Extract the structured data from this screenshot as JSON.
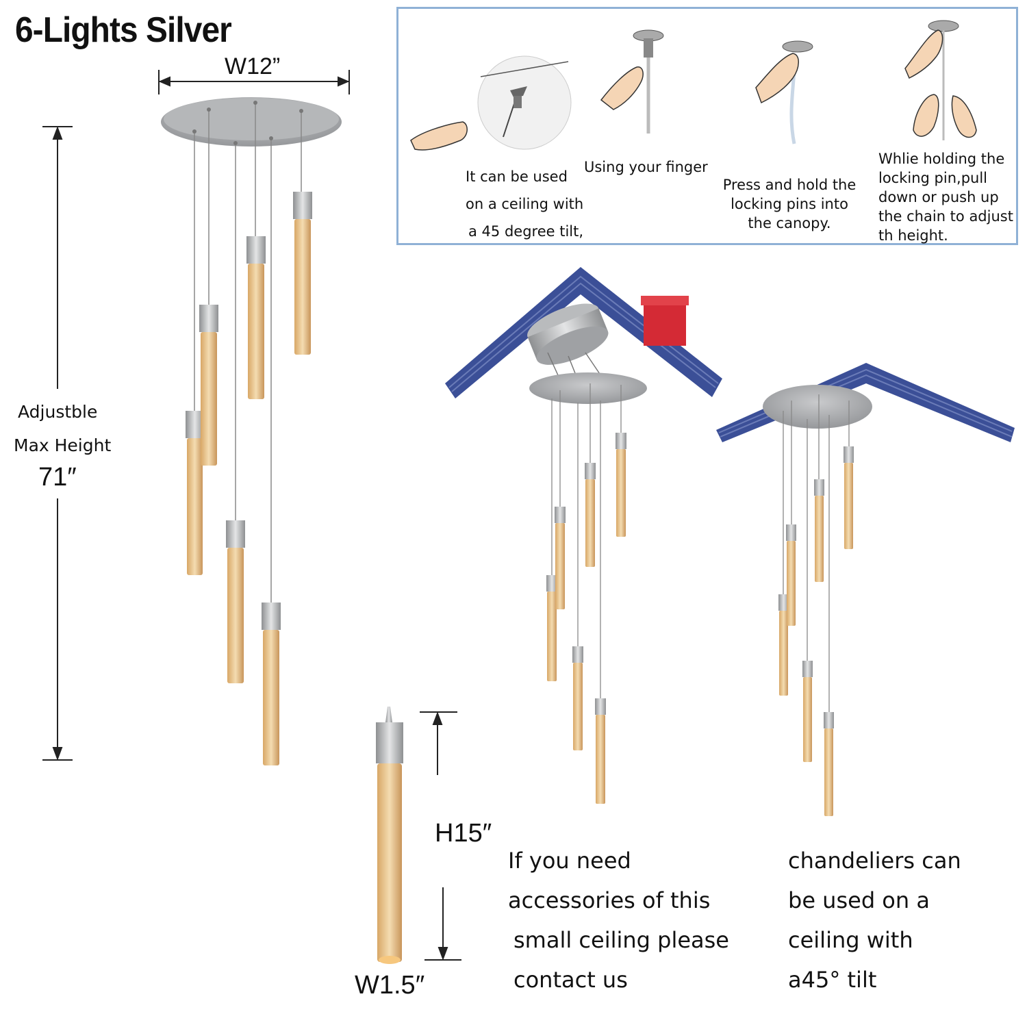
{
  "title": "6-Lights Silver",
  "dimensions": {
    "width": "W12”",
    "height_label_1": "Adjustble",
    "height_label_2": "Max Height",
    "height_value": "71″",
    "pendant_height": "H15″",
    "pendant_width": "W1.5″"
  },
  "instructions": [
    {
      "line1": "It can be used",
      "line2": "on a ceiling with",
      "line3": "a 45 degree tilt,"
    },
    {
      "line1": "Using your finger"
    },
    {
      "line1": "Press and hold the",
      "line2": "locking pins into",
      "line3": "the canopy."
    },
    {
      "line1": "Whlie holding the",
      "line2": "locking pin,pull",
      "line3": "down or push up",
      "line4": "the chain to adjust",
      "line5": "th height."
    }
  ],
  "notes": {
    "left": [
      "If you need",
      "accessories of this",
      "small ceiling please",
      "contact us"
    ],
    "right": [
      "chandeliers can",
      "be used on a",
      "ceiling with",
      "a45°  tilt"
    ]
  },
  "colors": {
    "roof": "#3b4f97",
    "chimney": "#d42a35",
    "metal": "#a6a8ab",
    "glow": "#e8b36c",
    "frame": "#8fb1d6",
    "skin": "#f5d5b5"
  }
}
